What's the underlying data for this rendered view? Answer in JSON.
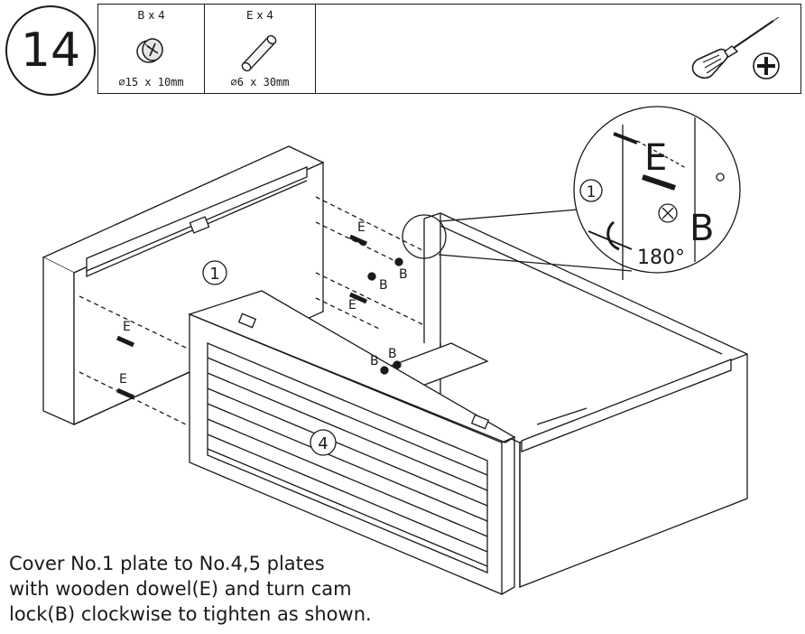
{
  "step": {
    "number": "14"
  },
  "parts": [
    {
      "label": "B x 4",
      "dimension": "∅15 x 10mm",
      "icon": "cam-lock-icon"
    },
    {
      "label": "E x 4",
      "dimension": "∅6 x 30mm",
      "icon": "wooden-dowel-icon"
    }
  ],
  "tool": {
    "icon": "phillips-screwdriver-icon"
  },
  "diagram": {
    "panel_1_label": "1",
    "panel_4_label": "4",
    "dowel_label": "E",
    "cam_label": "B",
    "detail": {
      "panel_label": "1",
      "dowel_label": "E",
      "cam_label": "B",
      "rotation": "180°"
    }
  },
  "instruction": {
    "lines": [
      "Cover No.1 plate to No.4,5 plates",
      "with wooden dowel(E) and turn cam",
      "lock(B) clockwise to tighten as shown."
    ]
  }
}
